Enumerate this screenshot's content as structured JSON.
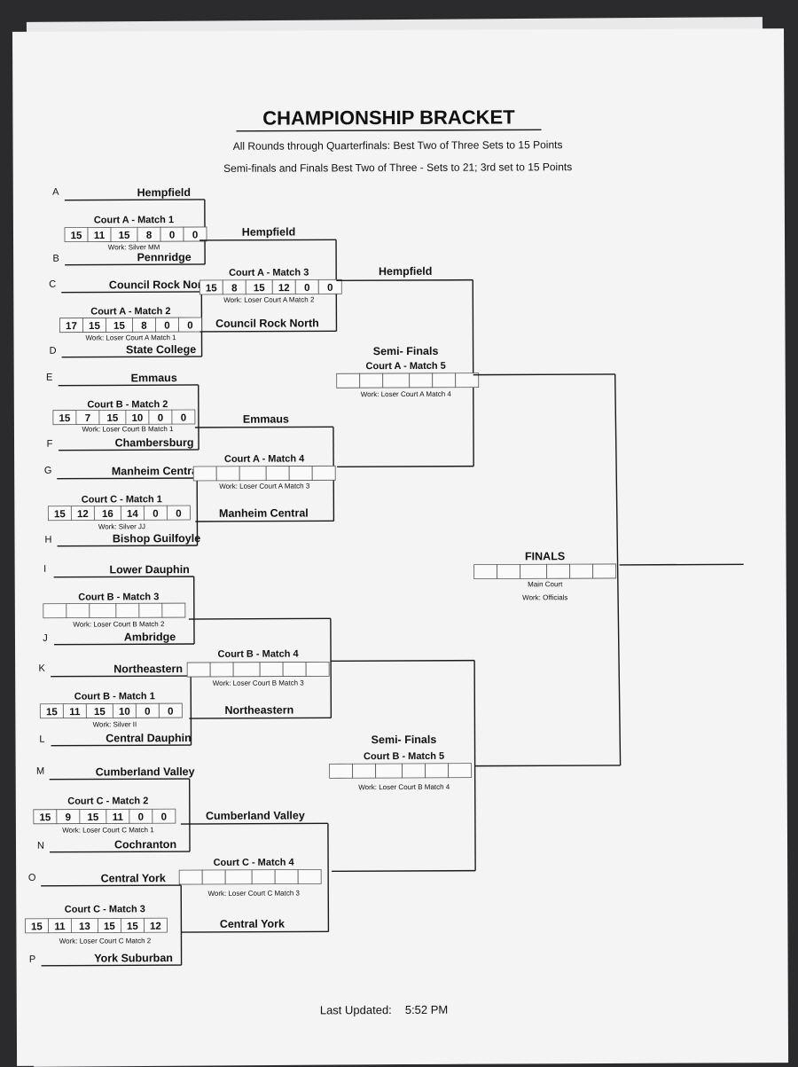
{
  "title": "CHAMPIONSHIP BRACKET",
  "rules": [
    "All Rounds through Quarterfinals: Best Two of Three Sets to 15 Points",
    "Semi-finals and Finals Best Two of Three - Sets to 21; 3rd set to 15 Points"
  ],
  "last_updated": {
    "label": "Last Updated:",
    "time": "5:52 PM"
  },
  "seeds": [
    {
      "letter": "A",
      "team": "Hempfield"
    },
    {
      "letter": "B",
      "team": "Pennridge"
    },
    {
      "letter": "C",
      "team": "Council Rock North"
    },
    {
      "letter": "D",
      "team": "State College"
    },
    {
      "letter": "E",
      "team": "Emmaus"
    },
    {
      "letter": "F",
      "team": "Chambersburg"
    },
    {
      "letter": "G",
      "team": "Manheim Central"
    },
    {
      "letter": "H",
      "team": "Bishop Guilfoyle"
    },
    {
      "letter": "I",
      "team": "Lower Dauphin"
    },
    {
      "letter": "J",
      "team": "Ambridge"
    },
    {
      "letter": "K",
      "team": "Northeastern"
    },
    {
      "letter": "L",
      "team": "Central Dauphin"
    },
    {
      "letter": "M",
      "team": "Cumberland Valley"
    },
    {
      "letter": "N",
      "team": "Cochranton"
    },
    {
      "letter": "O",
      "team": "Central York"
    },
    {
      "letter": "P",
      "team": "York Suburban"
    }
  ],
  "round1": [
    {
      "heading": "Court A - Match 1",
      "scores": [
        "15",
        "11",
        "15",
        "8",
        "0",
        "0"
      ],
      "work": "Work: Silver MM"
    },
    {
      "heading": "Court A - Match 2",
      "scores": [
        "17",
        "15",
        "15",
        "8",
        "0",
        "0"
      ],
      "work": "Work: Loser Court A Match 1"
    },
    {
      "heading": "Court B - Match 2",
      "scores": [
        "15",
        "7",
        "15",
        "10",
        "0",
        "0"
      ],
      "work": "Work: Loser Court B Match 1"
    },
    {
      "heading": "Court C - Match 1",
      "scores": [
        "15",
        "12",
        "16",
        "14",
        "0",
        "0"
      ],
      "work": "Work: Silver JJ"
    },
    {
      "heading": "Court B - Match 3",
      "scores": [
        "",
        "",
        "",
        "",
        "",
        ""
      ],
      "work": "Work: Loser Court B Match 2"
    },
    {
      "heading": "Court B - Match 1",
      "scores": [
        "15",
        "11",
        "15",
        "10",
        "0",
        "0"
      ],
      "work": "Work: Silver II"
    },
    {
      "heading": "Court C - Match 2",
      "scores": [
        "15",
        "9",
        "15",
        "11",
        "0",
        "0"
      ],
      "work": "Work: Loser Court C Match 1"
    },
    {
      "heading": "Court C - Match 3",
      "scores": [
        "15",
        "11",
        "13",
        "15",
        "15",
        "12"
      ],
      "work": "Work: Loser Court C Match 2"
    }
  ],
  "round2": [
    {
      "top": "Hempfield",
      "bottom": "Council Rock North",
      "heading": "Court A - Match 3",
      "scores": [
        "15",
        "8",
        "15",
        "12",
        "0",
        "0"
      ],
      "work": "Work: Loser Court A Match 2"
    },
    {
      "top": "Emmaus",
      "bottom": "Manheim Central",
      "heading": "Court A - Match 4",
      "scores": [
        "",
        "",
        "",
        "",
        "",
        ""
      ],
      "work": "Work: Loser Court A Match 3"
    },
    {
      "top": "",
      "bottom": "Northeastern",
      "heading": "Court B - Match 4",
      "scores": [
        "",
        "",
        "",
        "",
        "",
        ""
      ],
      "work": "Work: Loser Court B Match 3"
    },
    {
      "top": "Cumberland Valley",
      "bottom": "Central York",
      "heading": "Court C - Match 4",
      "scores": [
        "",
        "",
        "",
        "",
        "",
        ""
      ],
      "work": "Work: Loser Court C Match 3"
    }
  ],
  "semis": [
    {
      "top": "Hempfield",
      "label": "Semi- Finals",
      "heading": "Court A - Match 5",
      "scores": [
        "",
        "",
        "",
        "",
        "",
        ""
      ],
      "work": "Work: Loser Court A Match 4"
    },
    {
      "top": "",
      "label": "Semi- Finals",
      "heading": "Court B - Match 5",
      "scores": [
        "",
        "",
        "",
        "",
        "",
        ""
      ],
      "work": "Work: Loser Court B Match 4"
    }
  ],
  "finals": {
    "label": "FINALS",
    "court": "Main Court",
    "work": "Work: Officials",
    "scores": [
      "",
      "",
      "",
      "",
      "",
      ""
    ]
  }
}
